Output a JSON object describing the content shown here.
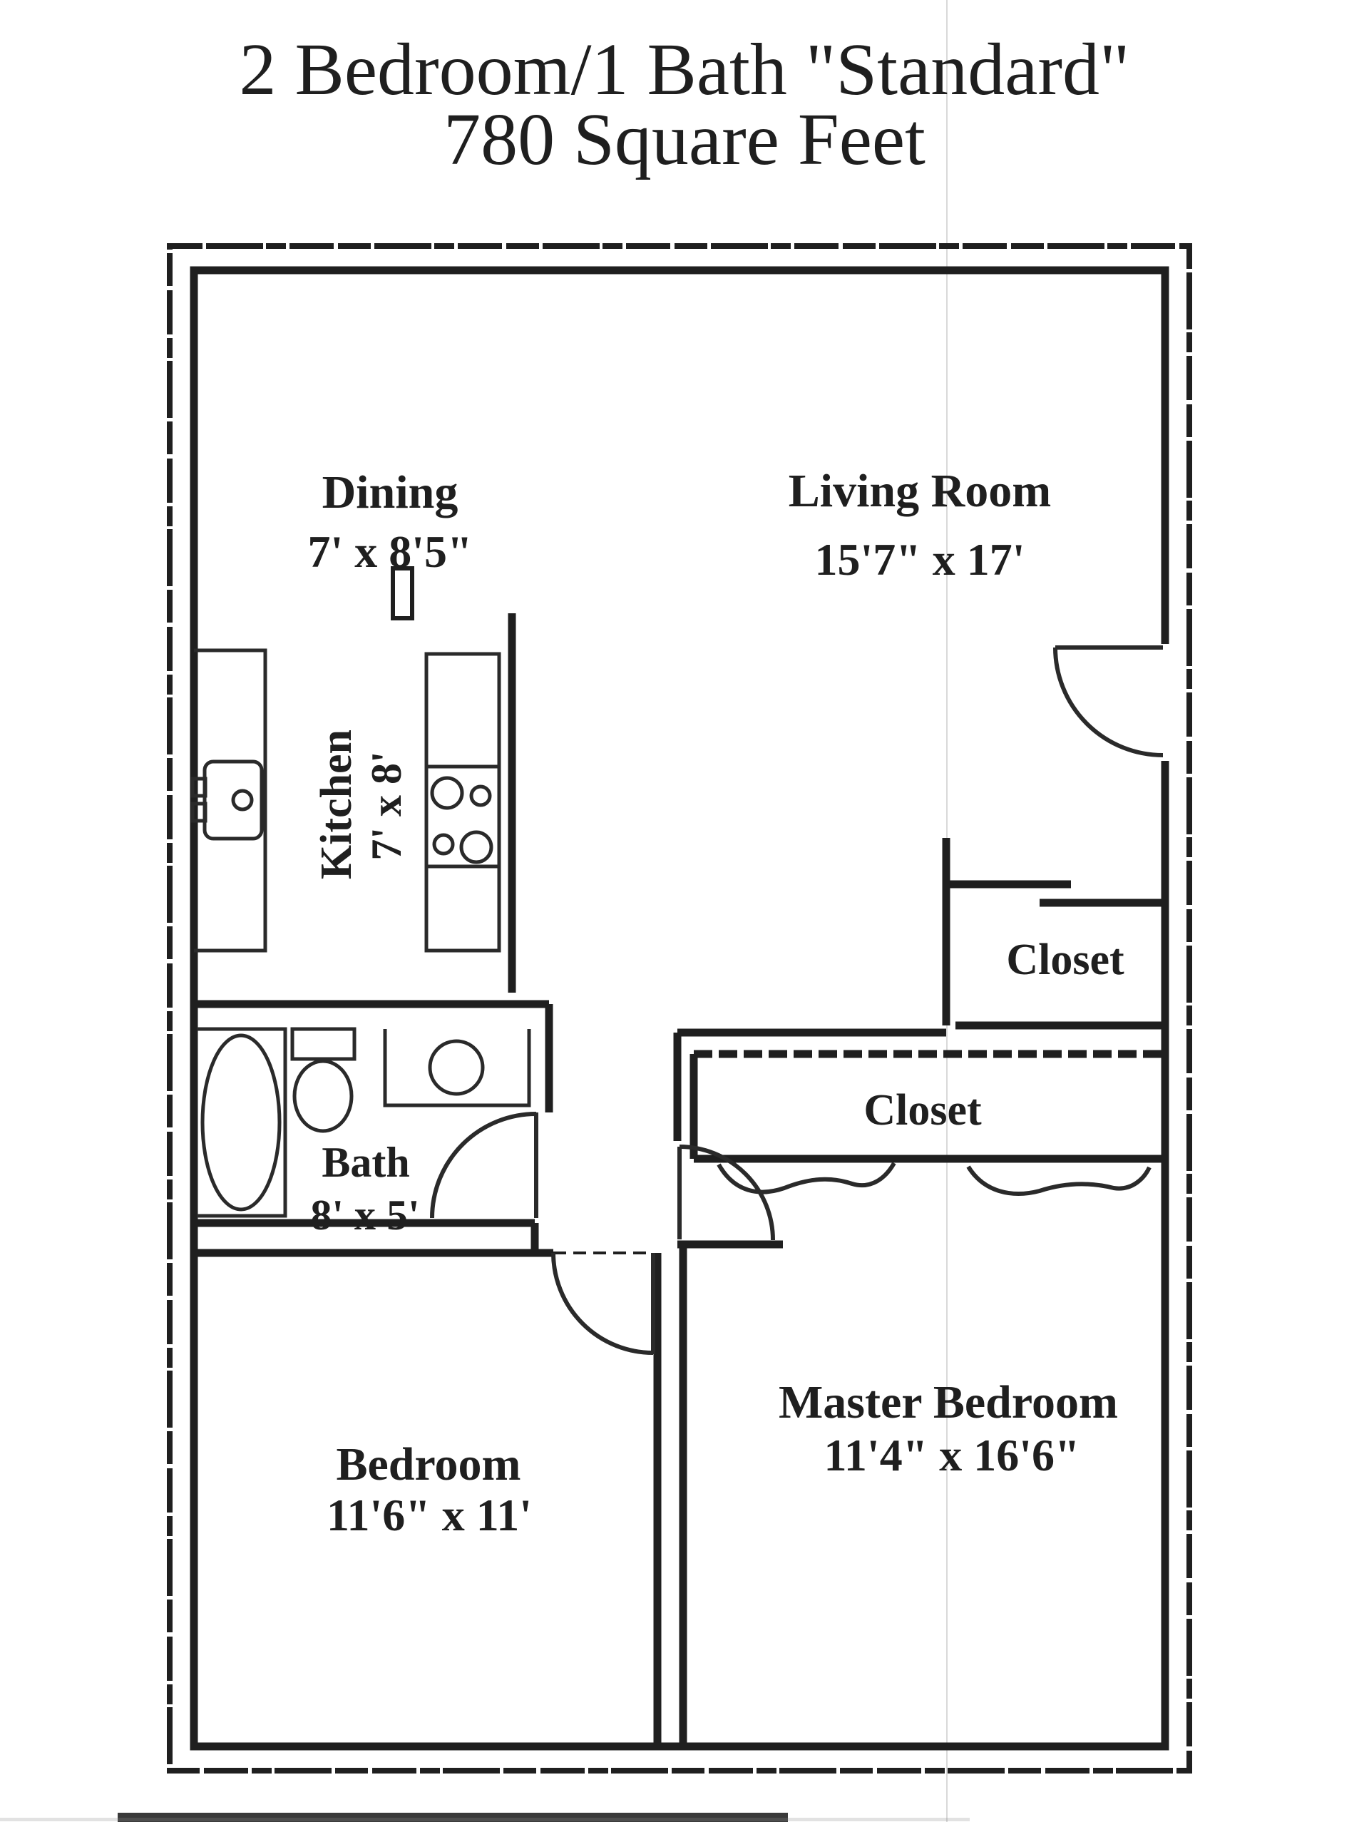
{
  "document": {
    "type": "scanned floor plan",
    "colors": {
      "ink": "#1f1f1f",
      "paper": "#ffffff",
      "scan_artifact": "#d9d9d9"
    }
  },
  "title": {
    "line1": "2 Bedroom/1 Bath \"Standard\"",
    "line2": "780 Square Feet"
  },
  "rooms": {
    "dining": {
      "label": "Dining",
      "dims": "7' x 8'5\""
    },
    "living": {
      "label": "Living Room",
      "dims": "15'7\" x 17'"
    },
    "kitchen": {
      "label": "Kitchen",
      "dims": "7' x 8'"
    },
    "bath": {
      "label": "Bath",
      "dims": "8' x 5'"
    },
    "closet_entry": {
      "label": "Closet"
    },
    "closet_master": {
      "label": "Closet"
    },
    "bedroom": {
      "label": "Bedroom",
      "dims": "11'6\" x 11'"
    },
    "master_bedroom": {
      "label": "Master Bedroom",
      "dims": "11'4\" x 16'6\""
    }
  },
  "fixtures": [
    "bathtub",
    "toilet",
    "bathroom-sink",
    "kitchen-sink",
    "stove-burners",
    "clothes-rod-left",
    "clothes-rod-right",
    "front-door",
    "bath-door",
    "bedroom-door",
    "master-bedroom-door"
  ]
}
